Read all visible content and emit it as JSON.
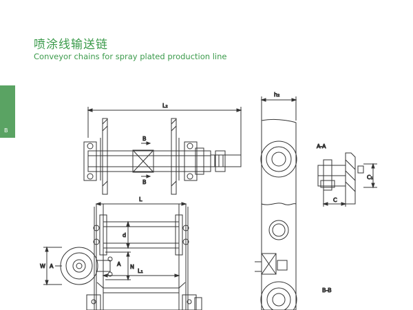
{
  "header": {
    "title_cn": "喷涂线输送链",
    "title_en": "Conveyor chains for spray plated production line"
  },
  "side_tab": {
    "letter": "B"
  },
  "drawing": {
    "labels": {
      "L2": "L₂",
      "L": "L",
      "L1": "L₁",
      "h2": "h₂",
      "d": "d",
      "W": "W",
      "A_left": "A",
      "A_right": "A",
      "N": "N",
      "B_top": "B",
      "B_bottom": "B",
      "C": "C",
      "C1": "C₁",
      "section_aa": "A-A",
      "section_bb": "B-B"
    }
  },
  "colors": {
    "accent": "#3a9a4a",
    "tab": "#5aa363",
    "line": "#333333"
  }
}
